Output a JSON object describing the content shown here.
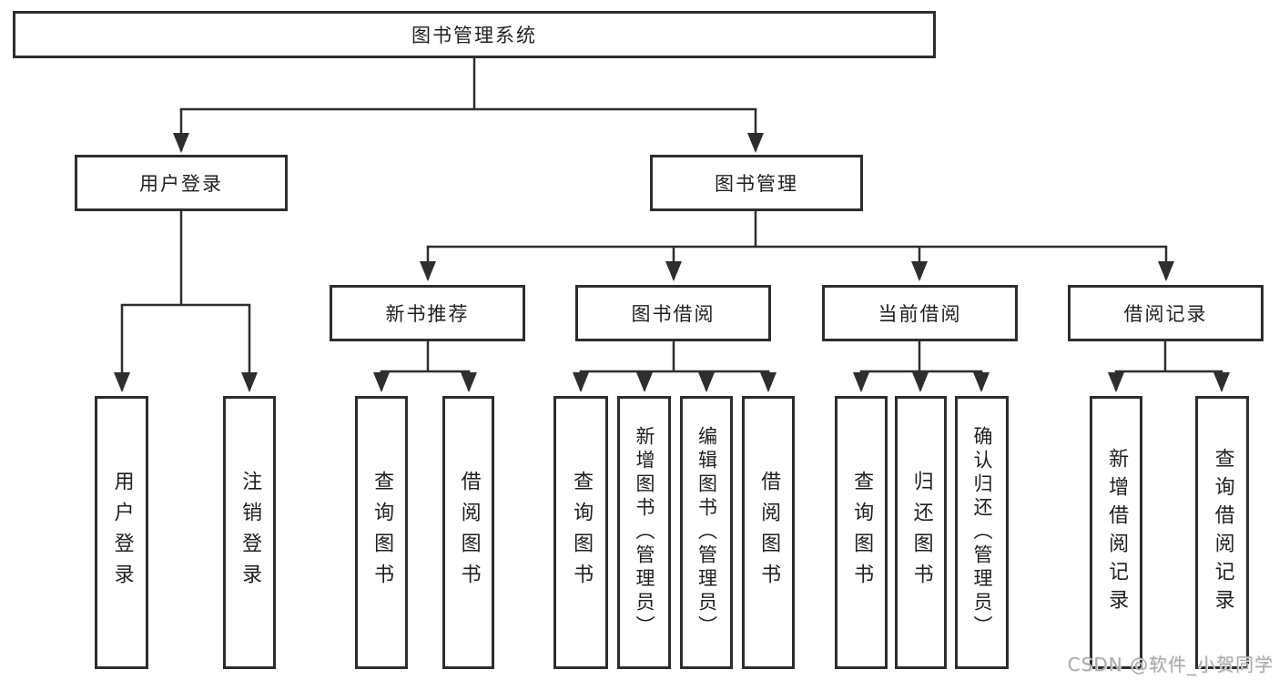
{
  "tree": {
    "label": "图书管理系统",
    "children": [
      {
        "label": "用户登录",
        "children": [
          {
            "label": "用户登录"
          },
          {
            "label": "注销登录"
          }
        ]
      },
      {
        "label": "图书管理",
        "children": [
          {
            "label": "新书推荐",
            "children": [
              {
                "label": "查询图书"
              },
              {
                "label": "借阅图书"
              }
            ]
          },
          {
            "label": "图书借阅",
            "children": [
              {
                "label": "查询图书"
              },
              {
                "label": "新增图书（管理员）"
              },
              {
                "label": "编辑图书（管理员）"
              },
              {
                "label": "借阅图书"
              }
            ]
          },
          {
            "label": "当前借阅",
            "children": [
              {
                "label": "查询图书"
              },
              {
                "label": "归还图书"
              },
              {
                "label": "确认归还（管理员）"
              }
            ]
          },
          {
            "label": "借阅记录",
            "children": [
              {
                "label": "新增借阅记录"
              },
              {
                "label": "查询借阅记录"
              }
            ]
          }
        ]
      }
    ]
  },
  "watermark": "CSDN @软件_小贺同学",
  "colors": {
    "line": "#2e2e2e",
    "box_border": "#2d2d2d",
    "text": "#1f1f1f",
    "watermark": "#ababab",
    "background": "#ffffff"
  }
}
